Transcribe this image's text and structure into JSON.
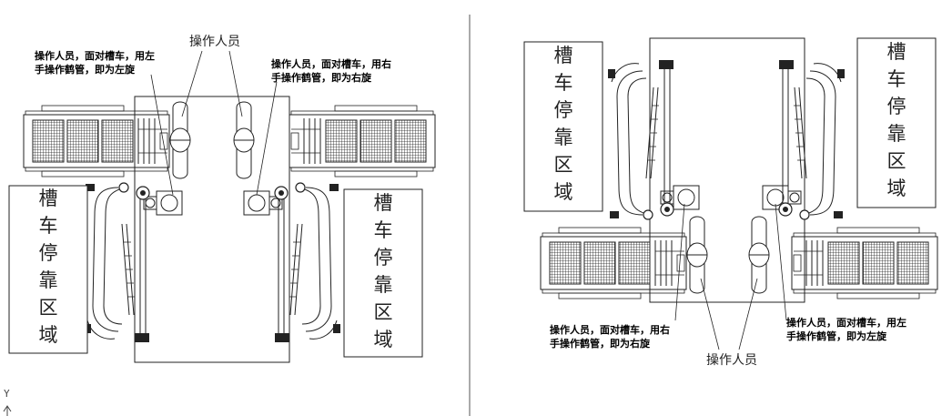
{
  "diagram": {
    "operator_label": "操作人员",
    "note_left_hand": [
      "操作人员，面对槽车，用左",
      "手操作鹤管，即为左旋"
    ],
    "note_right_hand": [
      "操作人员，面对槽车，用右",
      "手操作鹤管，即为右旋"
    ],
    "zone_chars": [
      "槽",
      "车",
      "停",
      "靠",
      "区",
      "域"
    ],
    "axis_label": "Y"
  }
}
